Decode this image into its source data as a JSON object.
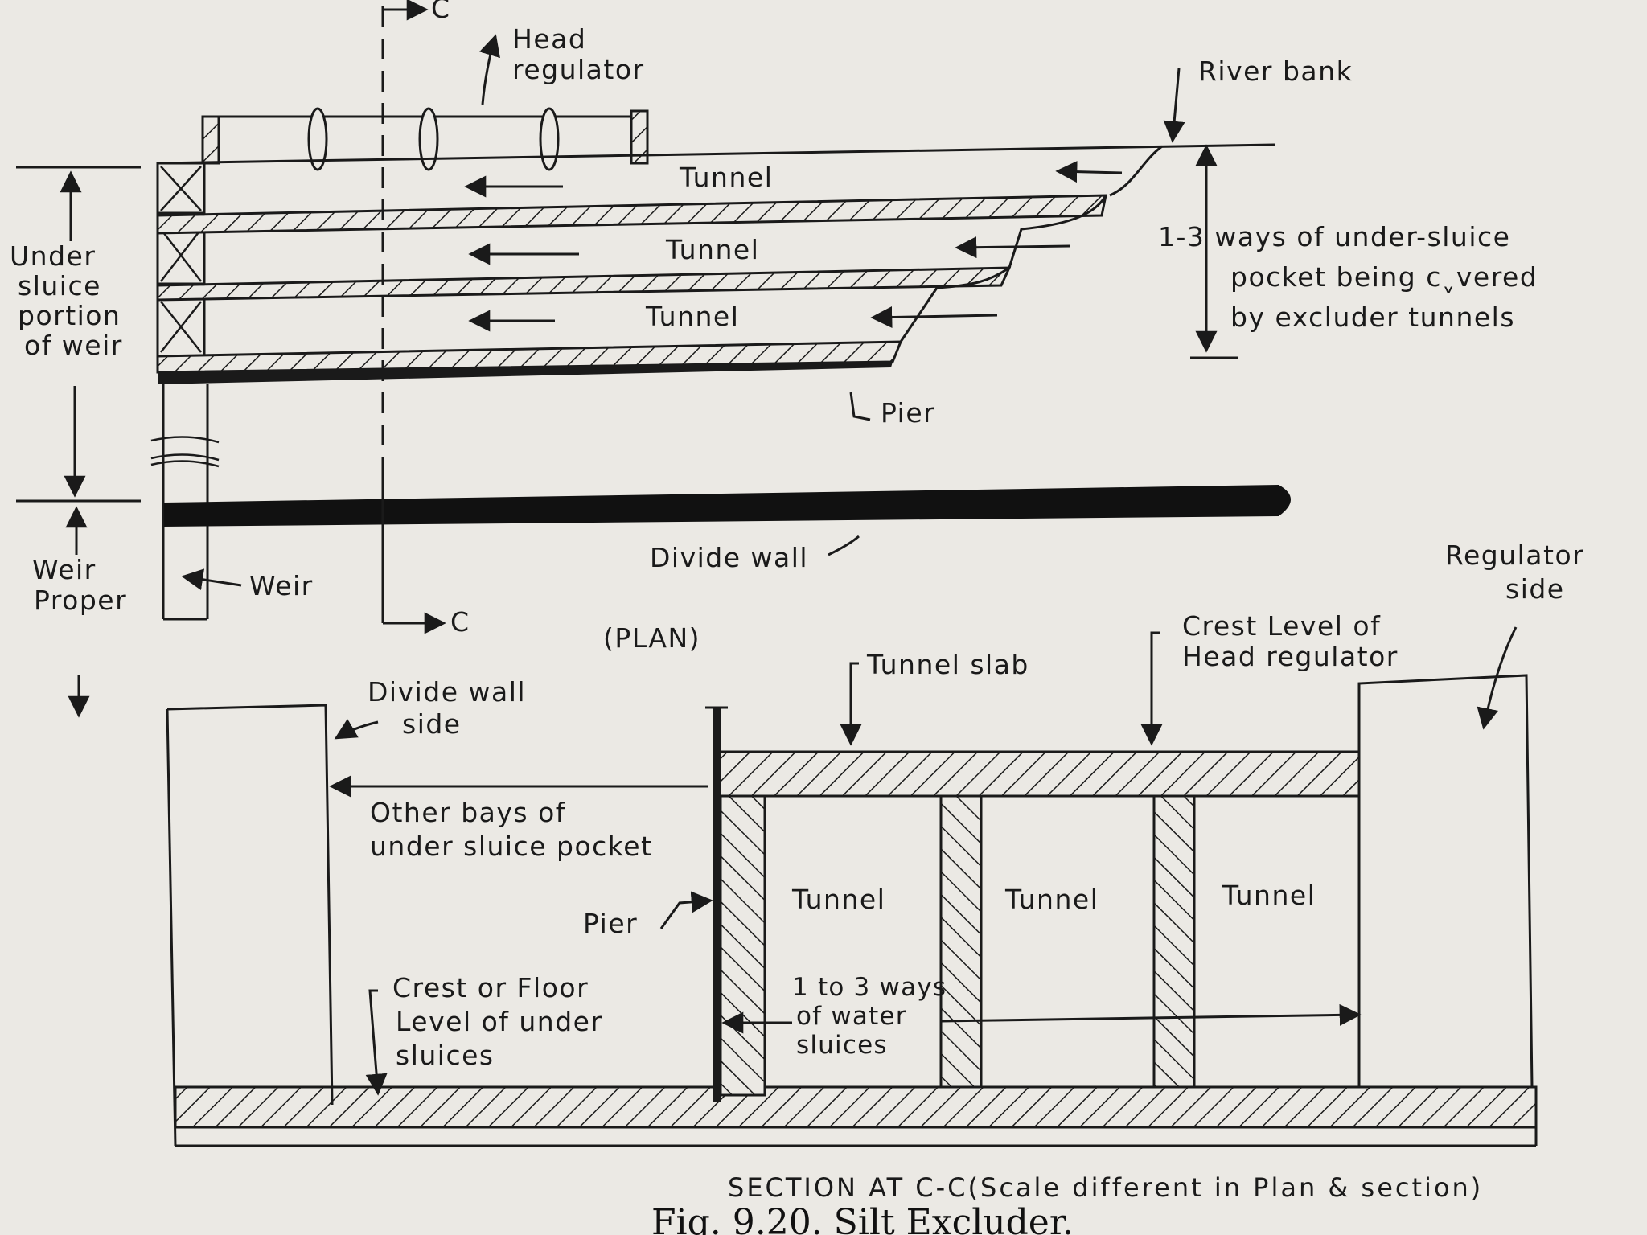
{
  "plan": {
    "cut_label_top": "C",
    "cut_label_bottom": "C",
    "head_regulator": "Head\nregulator",
    "river_bank": "River bank",
    "tunnel_1": "Tunnel",
    "tunnel_2": "Tunnel",
    "tunnel_3": "Tunnel",
    "under_sluice": "Under\nsluice\nportion\nof weir",
    "ways_note": "1-3 ways of under-sluice\npocket being cˬvered\nby excluder tunnels",
    "pier": "Pier",
    "divide_wall": "Divide wall",
    "weir_proper": "Weir\nProper",
    "weir": "Weir",
    "plan_title": "(PLAN)"
  },
  "section": {
    "regulator_side": "Regulator\nside",
    "crest_head_regulator": "Crest Level of\nHead regulator",
    "tunnel_slab": "Tunnel slab",
    "divide_wall_side": "Divide wall\nside",
    "other_bays": "Other bays of\nunder sluice pocket",
    "tunnel_1": "Tunnel",
    "tunnel_2": "Tunnel",
    "tunnel_3": "Tunnel",
    "pier": "Pier",
    "crest_floor": "Crest or Floor\nLevel of under\nsluices",
    "water_sluices": "1 to 3 ways\nof water\nsluices",
    "section_title": "SECTION AT C-C(Scale different in Plan & section)"
  },
  "caption": "Fig. 9.20. Silt Excluder."
}
